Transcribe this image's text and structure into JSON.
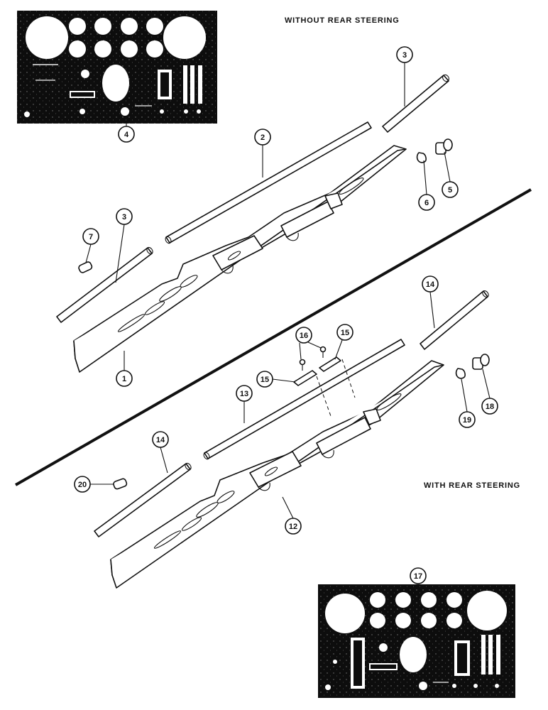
{
  "captions": {
    "top": "WITHOUT REAR STEERING",
    "bottom": "WITH REAR STEERING"
  },
  "callouts": {
    "c1": "1",
    "c2": "2",
    "c3a": "3",
    "c3b": "3",
    "c4": "4",
    "c5": "5",
    "c6": "6",
    "c7": "7",
    "c12": "12",
    "c13": "13",
    "c14a": "14",
    "c14b": "14",
    "c15a": "15",
    "c15b": "15",
    "c16": "16",
    "c17": "17",
    "c18": "18",
    "c19": "19",
    "c20": "20"
  },
  "colors": {
    "ink": "#111111",
    "panel": "#0d0d0d",
    "paper": "#ffffff"
  }
}
